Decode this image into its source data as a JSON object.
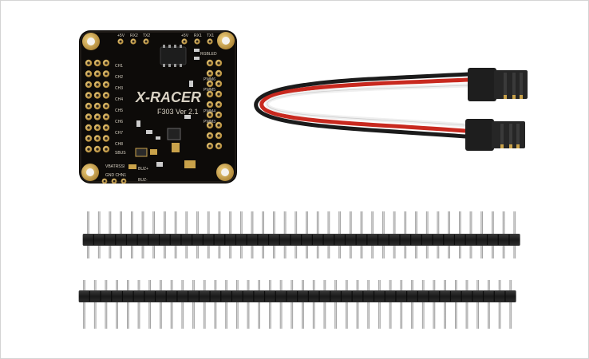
{
  "photo": {
    "board": {
      "logo_text": "X-RACER",
      "version_text": "F303 Ver 2.1",
      "labels": {
        "ch1": "CH1",
        "ch2": "CH2",
        "ch3": "CH3",
        "ch4": "CH4",
        "ch5": "CH5",
        "ch6": "CH6",
        "ch7": "CH7",
        "ch8": "CH8",
        "sbus": "SBUS",
        "pwm6": "PWM6",
        "pwm5": "PWM5",
        "pwm4": "PWM4",
        "pwm3": "PWM3",
        "rgb_led": "RGBLED",
        "vbat": "VBATRSSI",
        "gnd_chn1": "GND CHN1",
        "buz_p": "BUZ+",
        "buz_n": "BUZ-",
        "top_5v": "+5V",
        "top_rx2": "RX2",
        "top_tx2": "TX2",
        "top_5v_2": "+5V",
        "top_rx1": "RX1",
        "top_tx1": "TX1"
      }
    },
    "colors": {
      "pcb": "#0d0b09",
      "gold": "#c9a24a",
      "wire_red": "#c8291f",
      "wire_black": "#1b1b1b",
      "wire_white": "#f1f1f1",
      "header_plastic": "#1c1c1c",
      "pin_metal": "#a5a5a5"
    },
    "header_strips": [
      {
        "pins": 40
      },
      {
        "pins": 40
      }
    ],
    "servo_cable": {
      "connectors": 2,
      "wire_colors": [
        "black",
        "red",
        "white"
      ]
    }
  }
}
